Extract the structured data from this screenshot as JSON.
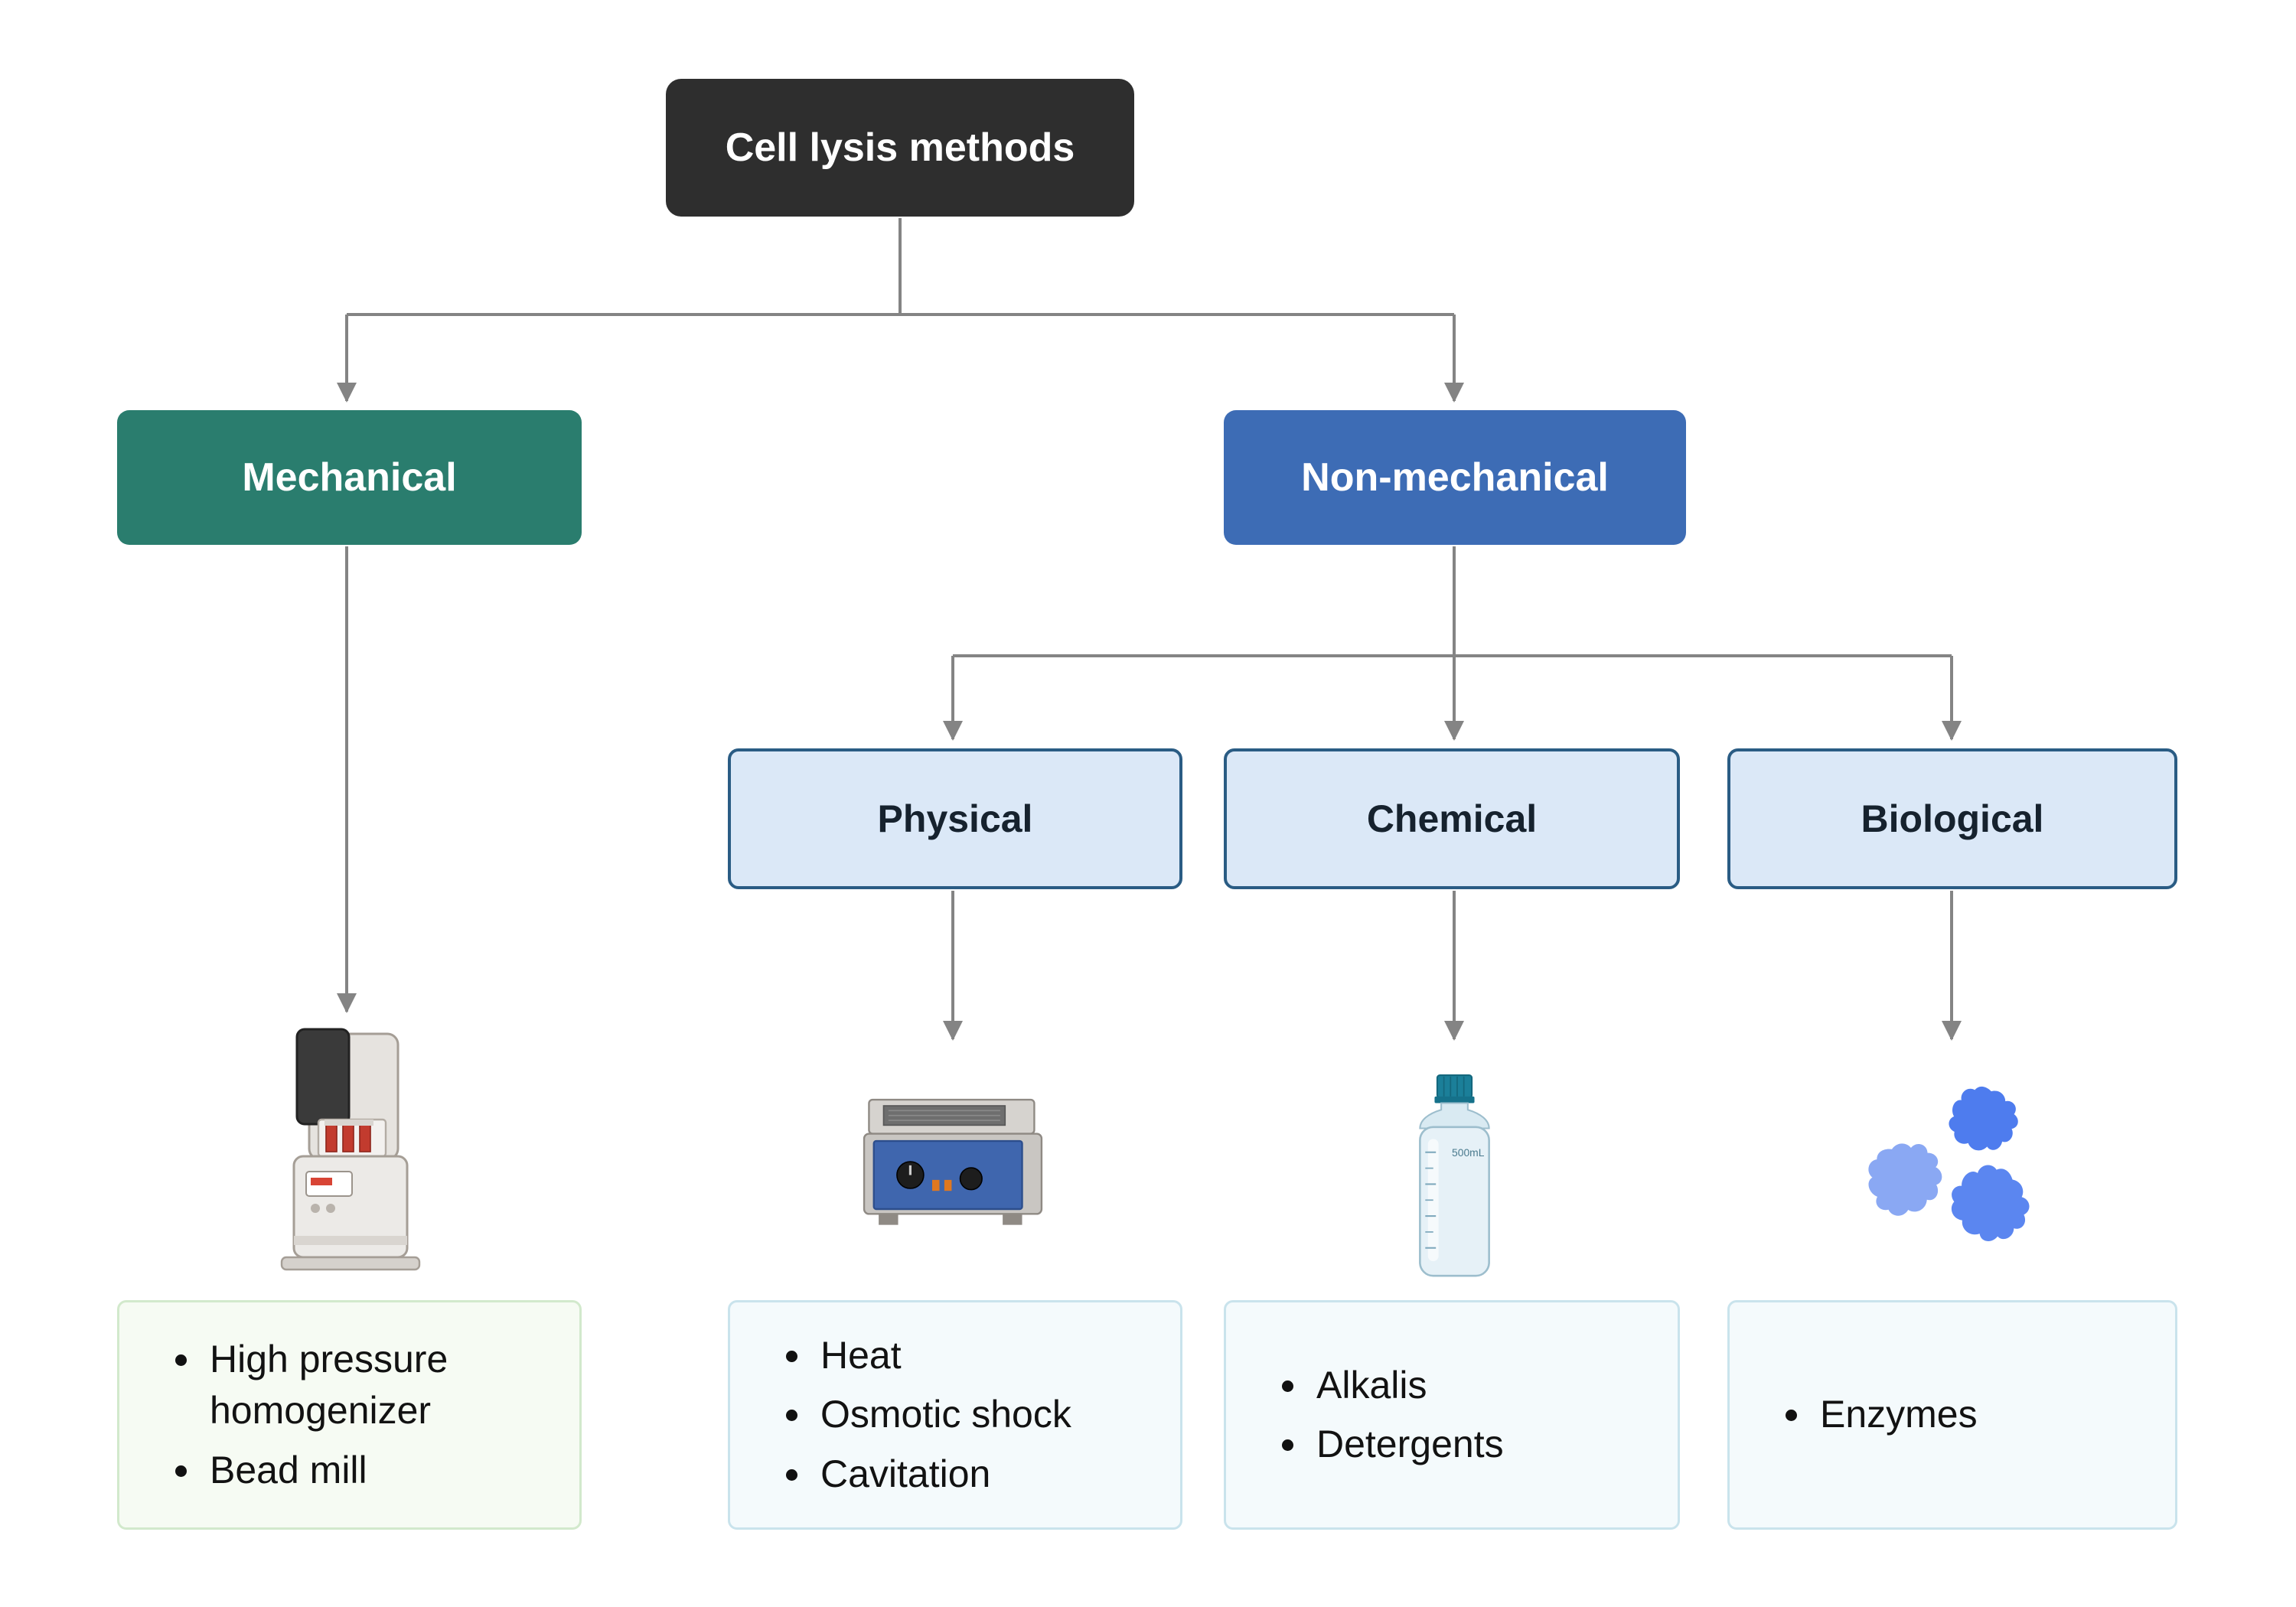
{
  "diagram": {
    "title": "Cell lysis methods",
    "nodes": {
      "mechanical": "Mechanical",
      "non_mechanical": "Non-mechanical",
      "physical": "Physical",
      "chemical": "Chemical",
      "biological": "Biological"
    },
    "lists": {
      "mechanical": [
        "High pressure homogenizer",
        "Bead mill"
      ],
      "physical": [
        "Heat",
        "Osmotic shock",
        "Cavitation"
      ],
      "chemical": [
        "Alkalis",
        "Detergents"
      ],
      "biological": [
        "Enzymes"
      ]
    },
    "bottle_label": "500mL",
    "colors": {
      "root_bg": "#2e2e2e",
      "mechanical_bg": "#2a7d6e",
      "non_mechanical_bg": "#3d6cb5",
      "sub_node_bg": "#dbe8f7",
      "sub_node_border": "#2a5c84",
      "mechanical_list_border": "#d2e9cc",
      "blue_list_border": "#c9e3ec",
      "arrow": "#848484"
    }
  }
}
